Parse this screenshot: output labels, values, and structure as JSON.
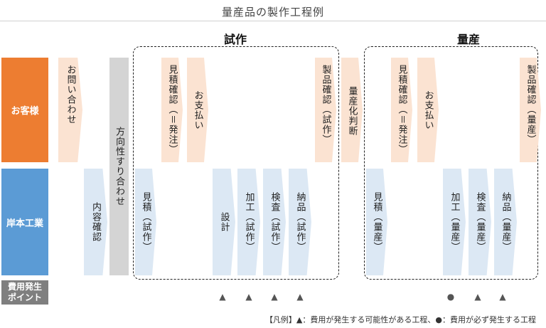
{
  "title": "量産品の製作工程例",
  "sections": {
    "trial": "試作",
    "mass": "量産"
  },
  "lanes": {
    "customer": "お客様",
    "kishimoto": "岸本工業",
    "cost_line1": "費用発生",
    "cost_line2": "ポイント"
  },
  "steps": {
    "inquiry": "お問い合わせ",
    "content_check": "内容確認",
    "direction": "方向性すり合わせ",
    "quote_check_trial": "見積確認（＝発注）",
    "payment_trial": "お支払い",
    "estimate_trial": "見積（試作）",
    "design": "設計",
    "process_trial": "加工（試作）",
    "inspect_trial": "検査（試作）",
    "deliver_trial": "納品（試作）",
    "product_check_trial": "製品確認（試作）",
    "mass_decision": "量産化判断",
    "quote_check_mass": "見積確認（＝発注）",
    "payment_mass": "お支払い",
    "estimate_mass": "見積（量産）",
    "process_mass": "加工（量産）",
    "inspect_mass": "検査（量産）",
    "deliver_mass": "納品（量産）",
    "product_check_mass": "製品確認（量産）"
  },
  "marks": {
    "possible": "▲",
    "certain": "●"
  },
  "legend": "【凡例】▲：費用が発生する可能性がある工程、●：費用が必ず発生する工程",
  "colors": {
    "customer": "#ed7d31",
    "kishimoto": "#5b9bd5",
    "cost": "#7f7f7f",
    "customer_step": "#fbe3d2",
    "kishimoto_step": "#dce8f4",
    "gray_step": "#d4d4d4"
  }
}
